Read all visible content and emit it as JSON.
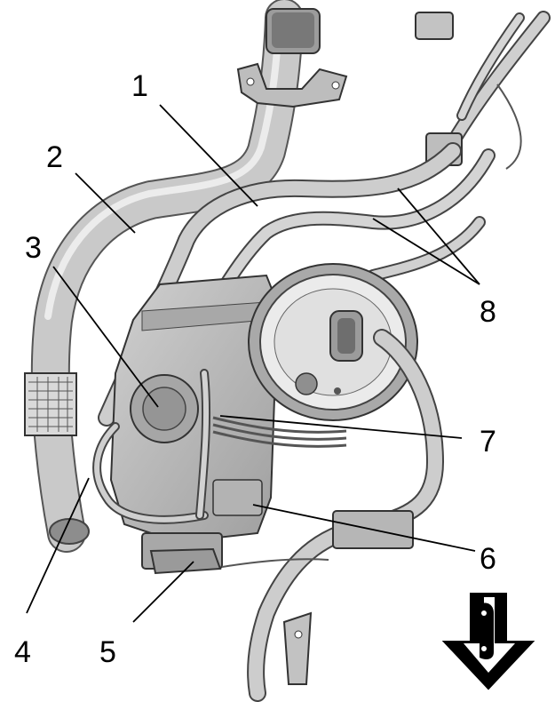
{
  "diagram": {
    "callouts": [
      {
        "id": "1",
        "label": "1"
      },
      {
        "id": "2",
        "label": "2"
      },
      {
        "id": "3",
        "label": "3"
      },
      {
        "id": "4",
        "label": "4"
      },
      {
        "id": "5",
        "label": "5"
      },
      {
        "id": "6",
        "label": "6"
      },
      {
        "id": "7",
        "label": "7"
      },
      {
        "id": "8",
        "label": "8"
      }
    ],
    "icons": {
      "direction_arrow": "down-arrow-icon",
      "vehicle_front_marker": "vehicle-silhouette-icon"
    },
    "colors": {
      "line": "#000000",
      "hose_fill": "#c8c8c8",
      "hose_shadow": "#8a8a8a",
      "module_fill": "#b9b9b9",
      "ring_fill": "#e4e4e4",
      "background": "#ffffff"
    }
  }
}
